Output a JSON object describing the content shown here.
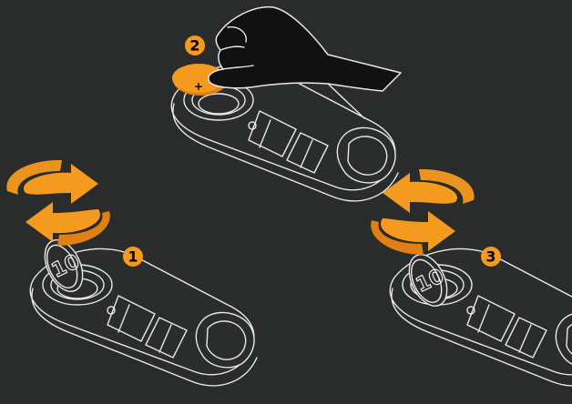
{
  "colors": {
    "background": "#2a2b2b",
    "accent": "#f49a1f",
    "accent_dark": "#e07f14",
    "line": "#e9e9e9"
  },
  "steps": [
    {
      "number": "1",
      "icon": "rotate-arrows-icon"
    },
    {
      "number": "2",
      "icon": "hand-insert-battery-icon"
    },
    {
      "number": "3",
      "icon": "rotate-arrows-icon"
    }
  ],
  "coin": {
    "label": "10"
  },
  "battery": {
    "symbol": "+"
  }
}
